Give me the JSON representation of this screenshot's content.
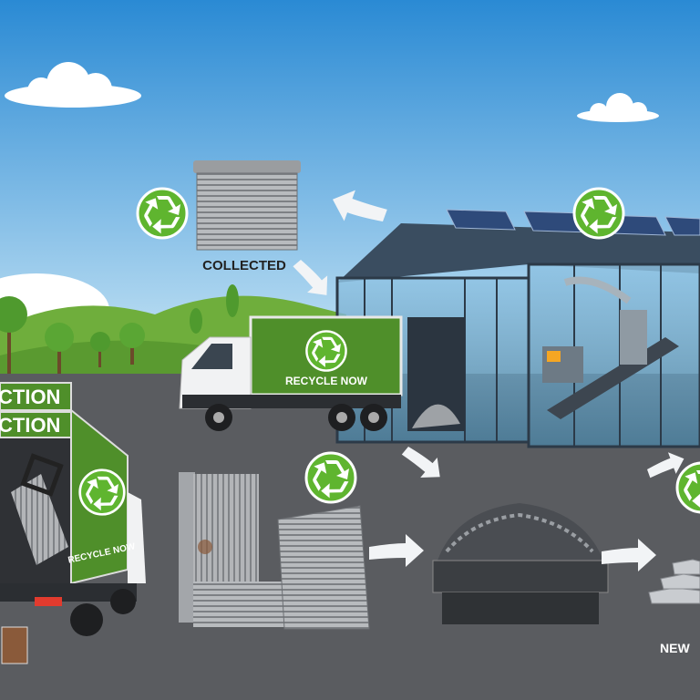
{
  "scene": {
    "collected_label": "COLLECTED",
    "truck_main_label": "RECYCLE NOW",
    "truck_side_label": "RECYCLE NOW",
    "collection_sign_top": "CTION",
    "collection_sign_bottom": "CTION",
    "new_label": "NEW"
  },
  "icons": [
    "recycle-icon",
    "arrow-icon",
    "cloud-icon",
    "solar-panel-icon"
  ],
  "colors": {
    "sky_top": "#2a8ad4",
    "sky_bottom": "#cde8f6",
    "grass": "#6fae3c",
    "ground": "#5a5c60",
    "brand_green": "#4f8f2a",
    "badge_green": "#5fb52f"
  }
}
